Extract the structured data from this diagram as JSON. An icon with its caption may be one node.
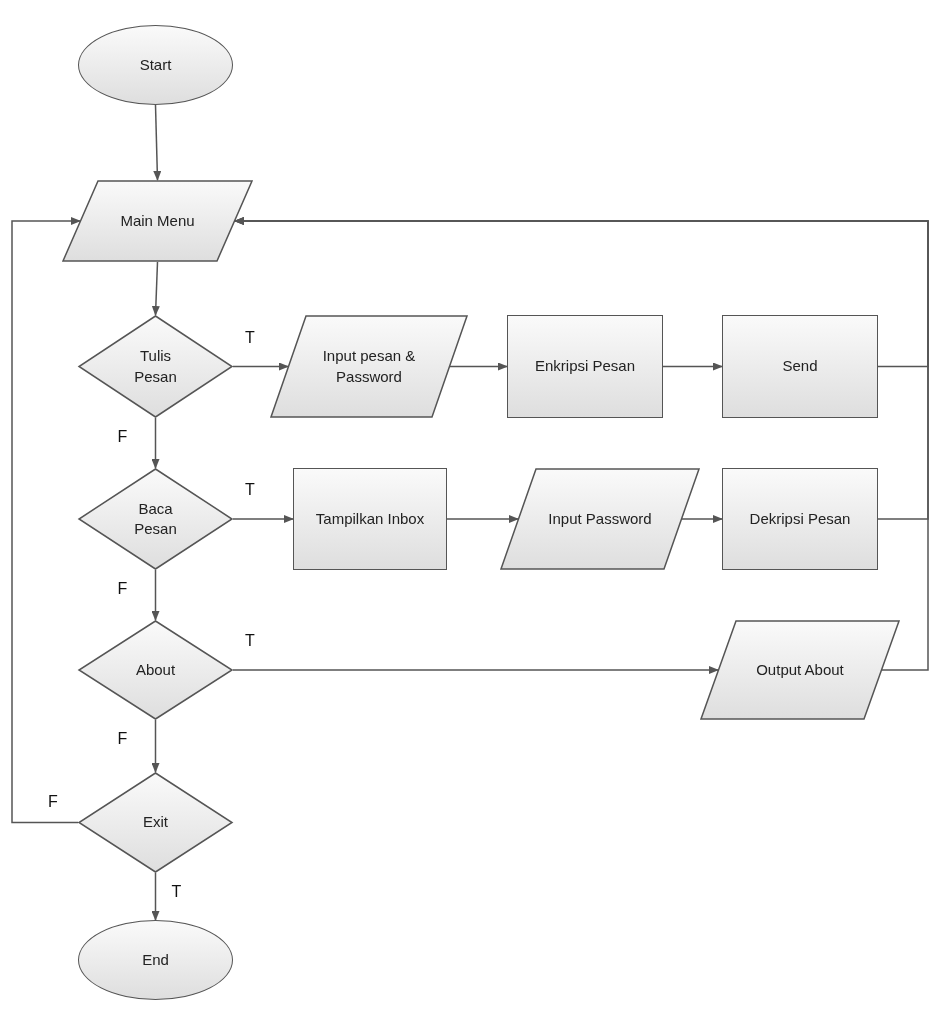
{
  "diagram": {
    "nodes": [
      {
        "text": [
          "Start"
        ]
      },
      {
        "text": [
          "Main Menu"
        ]
      },
      {
        "text": [
          "Tulis Pesan"
        ]
      },
      {
        "text": [
          "Input pesan & Password"
        ]
      },
      {
        "text": [
          "Enkripsi Pesan"
        ]
      },
      {
        "text": [
          "Send"
        ]
      },
      {
        "text": [
          "Baca Pesan"
        ]
      },
      {
        "text": [
          "Tampilkan Inbox"
        ]
      },
      {
        "text": [
          "Input Password"
        ]
      },
      {
        "text": [
          "Dekripsi Pesan"
        ]
      },
      {
        "text": [
          "About"
        ]
      },
      {
        "text": [
          "Output About"
        ]
      },
      {
        "text": [
          "Exit"
        ]
      },
      {
        "text": [
          "End"
        ]
      }
    ],
    "edges": [
      {
        "from": 0,
        "to": 1,
        "arrow": "to"
      },
      {
        "from": 1,
        "to": 2,
        "arrow": "to"
      },
      {
        "from": 2,
        "to": 3,
        "arrow": "to",
        "label": "T"
      },
      {
        "from": 3,
        "to": 4,
        "arrow": "to"
      },
      {
        "from": 4,
        "to": 5,
        "arrow": "to"
      },
      {
        "from": 5,
        "to": 1,
        "arrow": "to"
      },
      {
        "from": 2,
        "to": 6,
        "arrow": "to",
        "label": "F"
      },
      {
        "from": 6,
        "to": 7,
        "arrow": "to",
        "label": "T"
      },
      {
        "from": 7,
        "to": 8,
        "arrow": "to"
      },
      {
        "from": 8,
        "to": 9,
        "arrow": "to"
      },
      {
        "from": 9,
        "to": 1,
        "arrow": "to"
      },
      {
        "from": 6,
        "to": 10,
        "arrow": "to",
        "label": "F"
      },
      {
        "from": 10,
        "to": 11,
        "arrow": "to",
        "label": "T"
      },
      {
        "from": 11,
        "to": 1,
        "arrow": "to"
      },
      {
        "from": 10,
        "to": 12,
        "arrow": "to",
        "label": "F"
      },
      {
        "from": 12,
        "to": 1,
        "arrow": "to",
        "label": "F"
      },
      {
        "from": 12,
        "to": 13,
        "arrow": "to",
        "label": "T"
      }
    ]
  }
}
